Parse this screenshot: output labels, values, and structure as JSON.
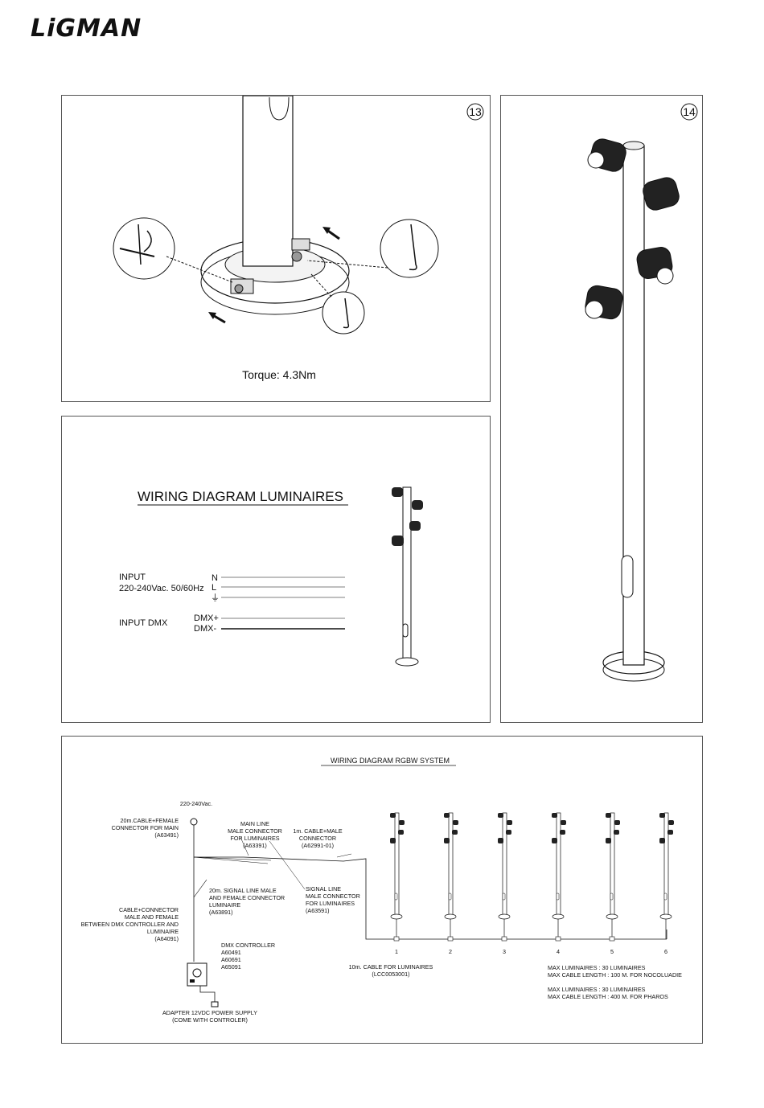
{
  "brand": "LiGMAN",
  "panel13": {
    "step": "13",
    "torque": "Torque: 4.3Nm"
  },
  "panel14": {
    "step": "14"
  },
  "wiring_luminaires": {
    "title": "WIRING DIAGRAM LUMINAIRES",
    "input_label": "INPUT",
    "input_voltage": "220-240Vac. 50/60Hz",
    "terminal_n": "N",
    "terminal_l": "L",
    "earth_symbol": "⏚",
    "input_dmx_label": "INPUT DMX",
    "dmx_plus": "DMX+",
    "dmx_minus": "DMX-"
  },
  "rgbw": {
    "title": "WIRING DIAGRAM RGBW SYSTEM",
    "supply": "220-240Vac.",
    "main_cable": [
      "20m.CABLE+FEMALE",
      "CONNECTOR FOR MAIN",
      "(A63491)"
    ],
    "main_line": [
      "MAIN LINE",
      "MALE CONNECTOR",
      "FOR LUMINAIRES",
      "(A63391)"
    ],
    "cable_male": [
      "1m. CABLE+MALE",
      "CONNECTOR",
      "(A62991-01)"
    ],
    "signal_line_cable": [
      "20m. SIGNAL LINE MALE",
      "AND FEMALE CONNECTOR",
      "LUMINAIRE",
      "(A63891)"
    ],
    "signal_line_conn": [
      "SIGNAL LINE",
      "MALE CONNECTOR",
      "FOR LUMINAIRES",
      "(A63591)"
    ],
    "cable_connector": [
      "CABLE+CONNECTOR",
      "MALE AND FEMALE",
      "BETWEEN DMX CONTROLLER AND",
      "LUMINAIRE",
      "(A64091)"
    ],
    "dmx_controller": [
      "DMX CONTROLLER",
      "A60491",
      "A60691",
      "A65091"
    ],
    "cable_luminaires": [
      "10m. CABLE FOR LUMINAIRES",
      "(LCC0053001)"
    ],
    "adapter": [
      "ADAPTER 12VDC POWER SUPPLY",
      "(COME WITH CONTROLER)"
    ],
    "max_nocoluadie": [
      "MAX LUMINAIRES : 30 LUMINAIRES",
      "MAX CABLE LENGTH : 100 M. FOR NOCOLUADIE"
    ],
    "max_pharos": [
      "MAX LUMINAIRES : 30 LUMINAIRES",
      "MAX CABLE LENGTH : 400 M. FOR PHAROS"
    ],
    "luminaire_numbers": [
      "1",
      "2",
      "3",
      "4",
      "5",
      "6"
    ]
  }
}
